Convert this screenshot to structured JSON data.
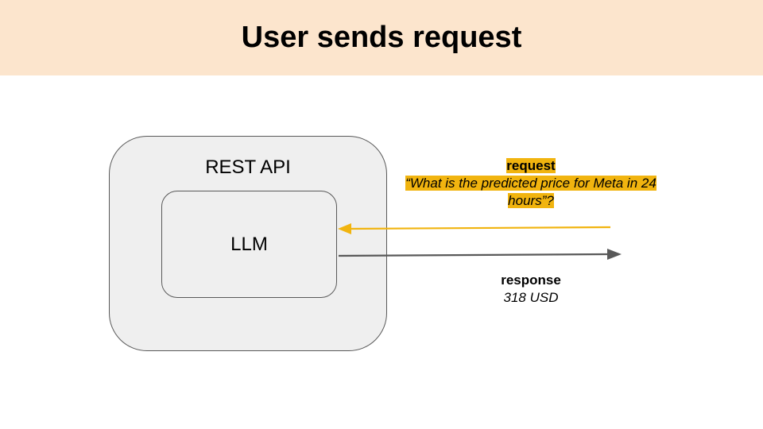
{
  "slide": {
    "title": "User sends request",
    "header_color": "#fce5cd"
  },
  "diagram": {
    "outer_box": {
      "label": "REST API"
    },
    "inner_box": {
      "label": "LLM"
    },
    "request": {
      "title": "request",
      "text": "“What is the predicted price for Meta in 24 hours”?",
      "arrow_color": "#f1b40f"
    },
    "response": {
      "title": "response",
      "text": "318 USD",
      "arrow_color": "#595959"
    }
  }
}
